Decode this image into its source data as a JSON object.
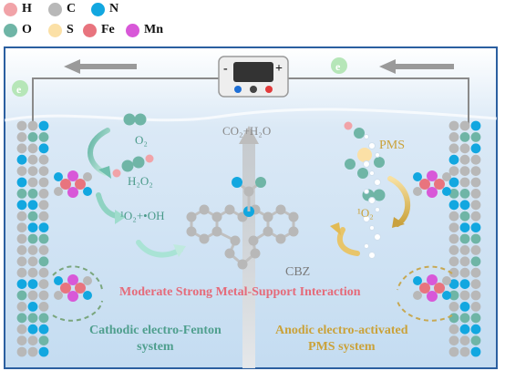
{
  "legend": [
    {
      "symbol": "H",
      "color": "#f1a3a8"
    },
    {
      "symbol": "C",
      "color": "#b8b8b8"
    },
    {
      "symbol": "N",
      "color": "#12a7e0"
    },
    {
      "symbol": "O",
      "color": "#6fb5a6"
    },
    {
      "symbol": "S",
      "color": "#fbe0a6"
    },
    {
      "symbol": "Fe",
      "color": "#e8747e"
    },
    {
      "symbol": "Mn",
      "color": "#d858d8"
    }
  ],
  "power_supply": {
    "negative": "-",
    "positive": "+"
  },
  "electron_label": "e",
  "labels": {
    "co2_h2o": "CO₂+H₂O",
    "o2": "O₂",
    "h2o2": "H₂O₂",
    "singlet_oh": "¹O₂+•OH",
    "pms": "PMS",
    "singlet_o2": "¹O₂",
    "cbz": "CBZ",
    "interaction": "Moderate Strong Metal-Support Interaction",
    "cathode_system": "Cathodic electro-Fenton\nsystem",
    "anode_system": "Anodic electro-activated\nPMS system"
  }
}
